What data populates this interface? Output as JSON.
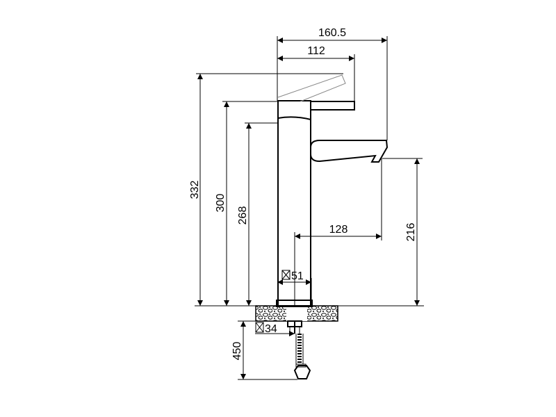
{
  "dimensions": {
    "overall_reach": "160.5",
    "handle_reach": "112",
    "height_with_raised_handle": "332",
    "height_to_handle": "300",
    "body_height": "268",
    "spout_height": "216",
    "spout_projection": "128",
    "body_diameter": "51",
    "mount_diameter": "34",
    "hose_length": "450"
  },
  "symbols": {
    "diameter": "diameter-square-symbol"
  }
}
